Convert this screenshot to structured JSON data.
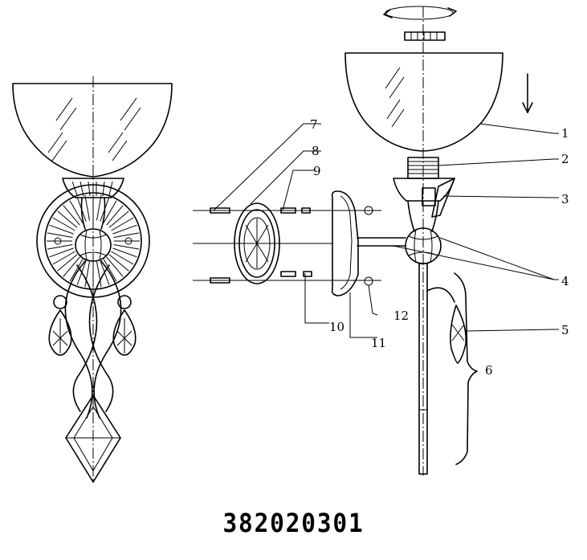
{
  "diagram": {
    "model_number": "382020301",
    "callouts": [
      {
        "id": "1",
        "label": "1"
      },
      {
        "id": "2",
        "label": "2"
      },
      {
        "id": "3",
        "label": "3"
      },
      {
        "id": "4",
        "label": "4"
      },
      {
        "id": "5",
        "label": "5"
      },
      {
        "id": "6",
        "label": "6"
      },
      {
        "id": "7",
        "label": "7"
      },
      {
        "id": "8",
        "label": "8"
      },
      {
        "id": "9",
        "label": "9"
      },
      {
        "id": "10",
        "label": "10"
      },
      {
        "id": "11",
        "label": "11"
      },
      {
        "id": "12",
        "label": "12"
      }
    ]
  }
}
